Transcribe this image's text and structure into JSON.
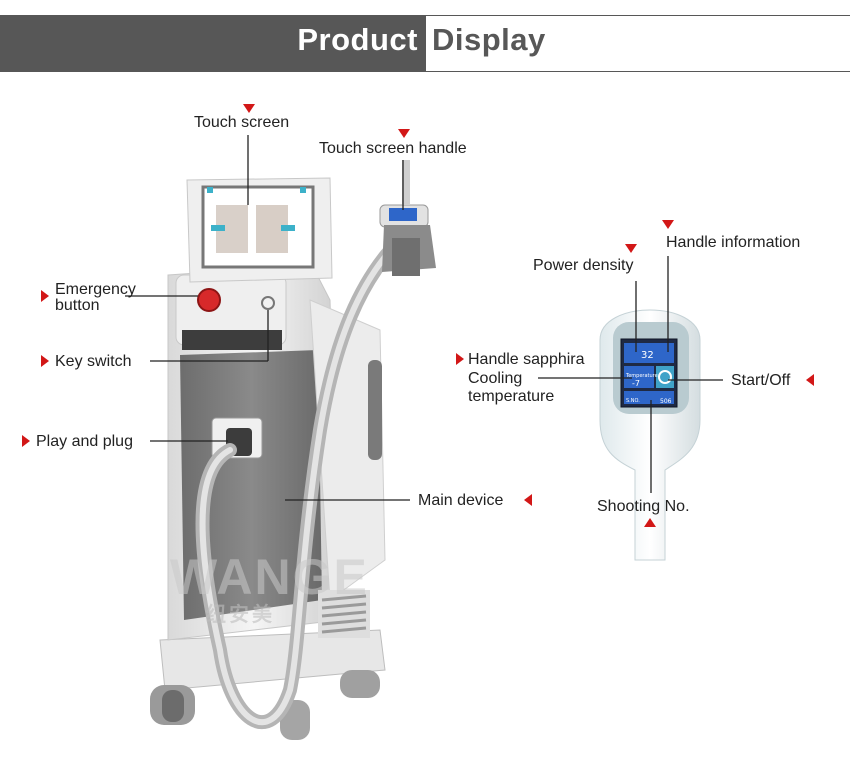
{
  "header": {
    "title_left": "Product",
    "title_right": "Display"
  },
  "labels": {
    "touch_screen": "Touch screen",
    "touch_screen_handle": "Touch screen handle",
    "emergency_line1": "Emergency",
    "emergency_line2": "button",
    "key_switch": "Key switch",
    "play_and_plug": "Play and plug",
    "main_device": "Main device",
    "handle_information": "Handle information",
    "power_density": "Power density",
    "handle_sapphira": "Handle sapphira",
    "cooling": "Cooling",
    "temperature": "temperature",
    "start_off": "Start/Off",
    "shooting_no": "Shooting No."
  },
  "handle_screen": {
    "power_value": "32",
    "temp_label": "Temperature",
    "temp_value": "-7",
    "shots_label": "S.NO.",
    "shots_value": "506"
  },
  "watermark": {
    "brand": "WANGE",
    "sub": "纽安美"
  },
  "colors": {
    "header_dark": "#575757",
    "marker_red": "#d21717",
    "screen_blue": "#2e66c9"
  }
}
